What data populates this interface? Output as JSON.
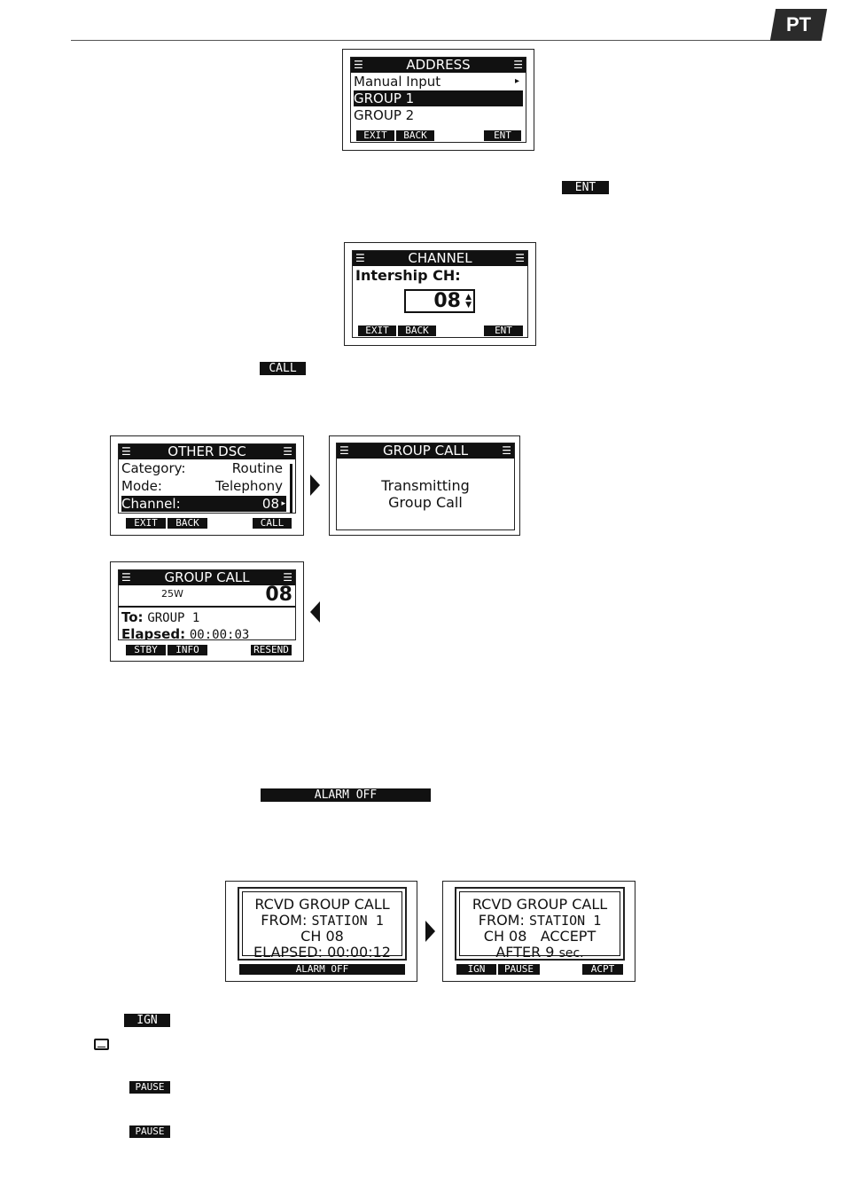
{
  "header": {
    "lang_tab": "PT"
  },
  "screen_address": {
    "title": "ADDRESS",
    "rows": [
      "Manual Input",
      "GROUP 1",
      "GROUP 2"
    ],
    "softkeys": [
      "EXIT",
      "BACK",
      "ENT"
    ]
  },
  "inline_keys": {
    "ent": "ENT",
    "call": "CALL",
    "alarm_off": "ALARM OFF",
    "ign": "IGN",
    "pause1": "PAUSE",
    "pause2": "PAUSE"
  },
  "screen_channel": {
    "title": "CHANNEL",
    "label": "Intership CH:",
    "value": "08",
    "softkeys": [
      "EXIT",
      "BACK",
      "ENT"
    ]
  },
  "screen_other_dsc": {
    "title": "OTHER DSC",
    "rows": [
      {
        "label": "Category:",
        "value": "Routine"
      },
      {
        "label": "Mode:",
        "value": "Telephony"
      },
      {
        "label": "Channel:",
        "value": "08"
      }
    ],
    "softkeys": [
      "EXIT",
      "BACK",
      "CALL"
    ]
  },
  "screen_group_call_tx": {
    "title": "GROUP CALL",
    "line1": "Transmitting",
    "line2": "Group Call"
  },
  "screen_group_call_status": {
    "title": "GROUP CALL",
    "power": "25W",
    "channel": "08",
    "to_label": "To:",
    "to_value": "GROUP 1",
    "elapsed_label": "Elapsed:",
    "elapsed_value": "00:00:03",
    "softkeys": [
      "STBY",
      "INFO",
      "RESEND"
    ]
  },
  "screen_rcvd_1": {
    "line1": "RCVD GROUP CALL",
    "from_label": "FROM:",
    "from_value": "STATION 1",
    "line3": "CH 08",
    "elapsed": "ELAPSED: 00:00:12",
    "softkey": "ALARM OFF"
  },
  "screen_rcvd_2": {
    "line1": "RCVD GROUP CALL",
    "from_label": "FROM:",
    "from_value": "STATION 1",
    "ch": "CH 08",
    "accept": "ACCEPT",
    "after_prefix": "AFTER 9",
    "after_unit": "sec.",
    "softkeys": [
      "IGN",
      "PAUSE",
      "ACPT"
    ]
  }
}
